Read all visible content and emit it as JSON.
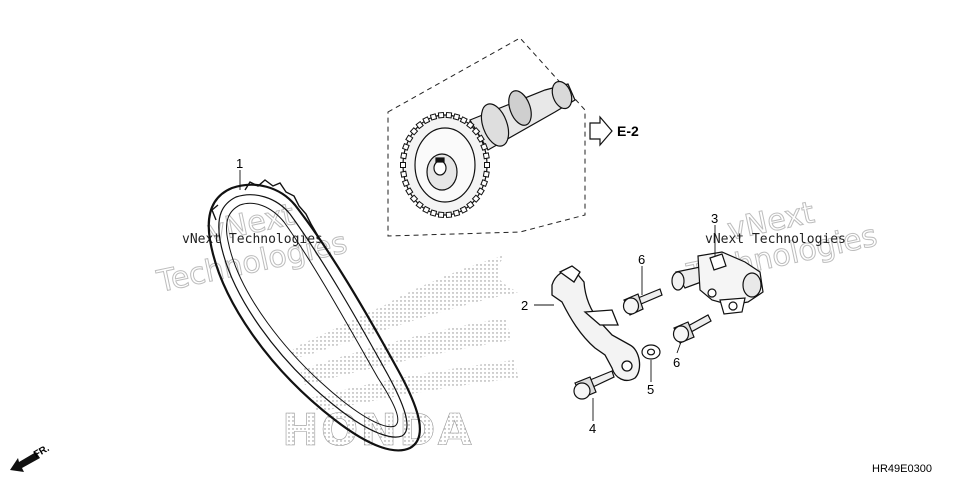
{
  "diagram": {
    "callouts": [
      {
        "id": "1",
        "label": "1"
      },
      {
        "id": "2",
        "label": "2"
      },
      {
        "id": "3",
        "label": "3"
      },
      {
        "id": "4",
        "label": "4"
      },
      {
        "id": "5",
        "label": "5"
      },
      {
        "id": "6a",
        "label": "6"
      },
      {
        "id": "6b",
        "label": "6"
      }
    ],
    "reference_label": "E-2",
    "diagram_code": "HR49E0300",
    "direction_label": "FR.",
    "watermark": {
      "line1": "vNext Technologies",
      "outline_line1": "vNext",
      "outline_line2": "Technologies"
    },
    "brand_mark": "HONDA"
  }
}
